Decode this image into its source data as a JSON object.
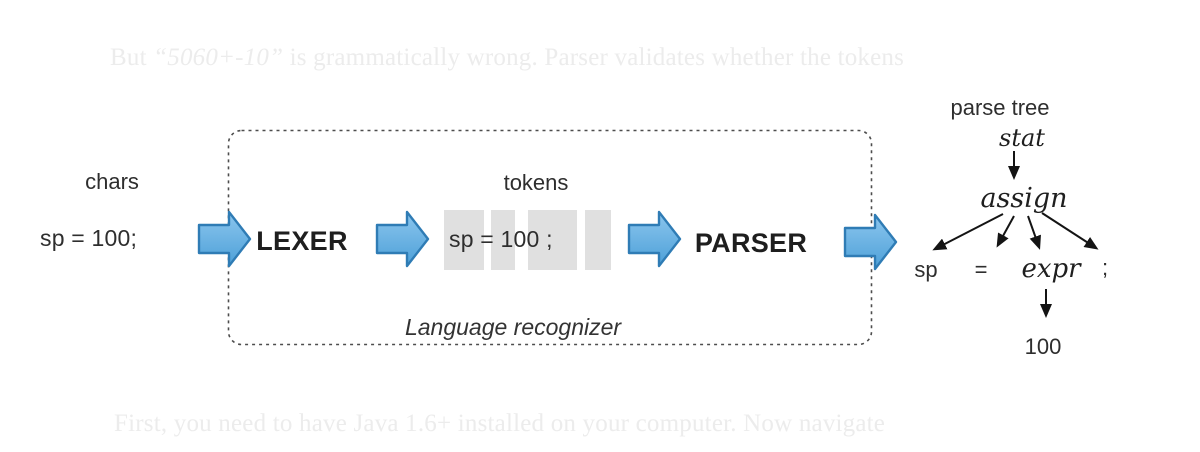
{
  "faded_text": {
    "top_prefix": "But ",
    "top_italic": "“5060+-10”",
    "top_suffix": " is grammatically wrong. Parser validates whether the tokens",
    "bottom": "First, you need to have Java 1.6+ installed on your computer. Now navigate"
  },
  "pipeline": {
    "input_label": "chars",
    "input_value": "sp = 100;",
    "lexer_label": "LEXER",
    "tokens_label": "tokens",
    "tokens_value": "sp = 100 ;",
    "parser_label": "PARSER",
    "recognizer_label": "Language recognizer"
  },
  "parse_tree": {
    "title": "parse tree",
    "root": "stat",
    "child": "assign",
    "leaves": [
      "sp",
      "=",
      "expr",
      ";"
    ],
    "expr_child": "100"
  },
  "colors": {
    "background": "#ffffff",
    "text": "#2e2e2e",
    "bold_text": "#1e1e1e",
    "faded_text": "#ececec",
    "arrow_fill_top": "#8cc6ee",
    "arrow_fill_bottom": "#4da0d8",
    "arrow_stroke": "#2f7cb5",
    "token_box": "#e0e0e0",
    "dashed_border": "#4d4d4d",
    "tree_edge": "#141414"
  }
}
